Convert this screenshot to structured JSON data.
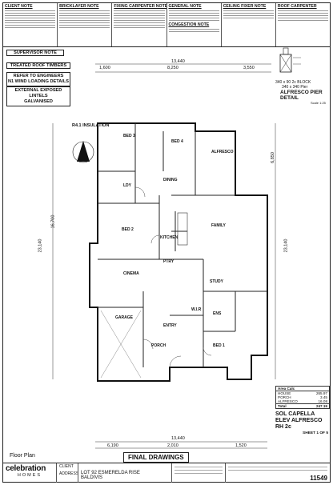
{
  "notes": [
    {
      "title": "CLIENT NOTE"
    },
    {
      "title": "BRICKLAYER NOTE"
    },
    {
      "title": "FIXING CARPENTER NOTE"
    },
    {
      "title": "GENERAL NOTE"
    },
    {
      "title": "CEILING FIXER NOTE"
    },
    {
      "title": "ROOF CARPENTER"
    }
  ],
  "left_notes": {
    "supervisor": "SUPERVISOR NOTE",
    "treated": "TREATED ROOF TIMBERS",
    "engineers": "REFER TO ENGINEERS\nN1 WIND LOADING DETAILS",
    "lintels": "EXTERNAL EXPOSED LINTELS\nGALVANISED",
    "insulation": "R4.1 INSULATION",
    "congestion": "CONGESTION NOTE"
  },
  "rooms": {
    "bed3": "BED 3",
    "bed4": "BED 4",
    "alfresco": "ALFRESCO",
    "dining": "DINING",
    "bed2": "BED 2",
    "kitchen": "KITCHEN",
    "family": "FAMILY",
    "cinema": "CINEMA",
    "study": "STUDY",
    "garage": "GARAGE",
    "entry": "ENTRY",
    "porch": "PORCH",
    "bed1": "BED 1",
    "wir": "W.I.R",
    "ens": "ENS",
    "pty": "PTRY",
    "ldy": "LDY"
  },
  "dims": {
    "top_total": "13,440",
    "top_a": "1,600",
    "top_b": "8,250",
    "top_c": "3,550",
    "bottom_total": "13,440",
    "bottom_a": "6,190",
    "bottom_b": "2,010",
    "bottom_c": "1,520",
    "left_total": "23,140",
    "right_total": "23,140",
    "right_a": "6,850",
    "left_a": "16,700"
  },
  "detail": {
    "title": "ALFRESCO PIER\nDETAIL",
    "scale": "Scale 1:25",
    "pier": "340 x 340 Pier",
    "block": "340 x 90 2c BLOCK"
  },
  "area_table": {
    "header": "Area Calc",
    "rows": [
      [
        "HOUSE",
        "265.97"
      ],
      [
        "PORCH",
        "3.45"
      ],
      [
        "ALFRESCO",
        "16.08"
      ],
      [
        "Total",
        "247.19"
      ]
    ]
  },
  "elevation": {
    "line1": "SOL CAPELLA",
    "line2": "ELEV ALFRESCO",
    "line3": "RH 2c",
    "sheet": "SHEET 1 OF 5"
  },
  "floor_plan_label": "Floor Plan",
  "final_drawings": "FINAL DRAWINGS",
  "footer": {
    "brand_main": "celebration",
    "brand_sub": "HOMES",
    "client_label": "CLIENT",
    "address_label": "ADDRESS",
    "address_line1": "LOT 92 ESMERELDA RISE",
    "address_line2": "BALDIVIS",
    "job_no": "11549"
  }
}
